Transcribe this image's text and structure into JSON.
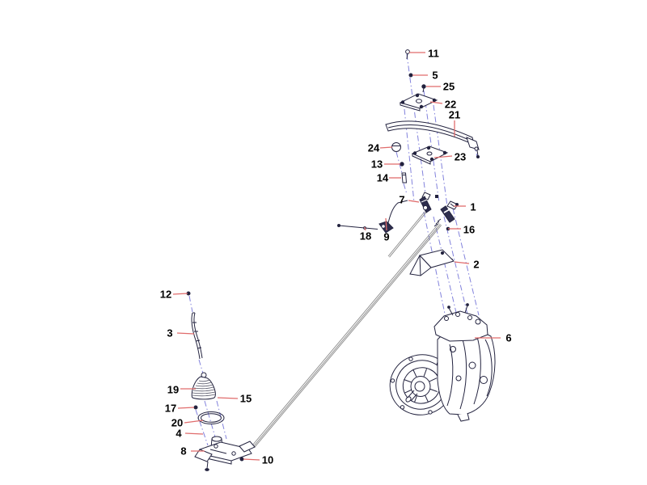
{
  "figure": {
    "type": "exploded-parts-diagram",
    "background": "#ffffff"
  },
  "colors": {
    "leader_line": "#e06c6c",
    "construction_line": "#8282dc",
    "part_outline": "#23233f",
    "part_dark_fill": "#2e2e4e",
    "rod_gray": "#8a8a8a",
    "label_text": "#000000"
  },
  "callouts": [
    {
      "n": "1",
      "label": [
        585,
        256
      ],
      "leader": [
        576,
        255,
        561,
        255
      ]
    },
    {
      "n": "2",
      "label": [
        589,
        327
      ],
      "leader": [
        580,
        326,
        562,
        324
      ]
    },
    {
      "n": "3",
      "label": [
        210,
        412
      ],
      "leader": [
        219,
        412,
        240,
        413
      ]
    },
    {
      "n": "4",
      "label": [
        221,
        536
      ],
      "leader": [
        229,
        536,
        251,
        537
      ]
    },
    {
      "n": "5",
      "label": [
        538,
        93
      ],
      "leader": [
        529,
        93,
        510,
        93
      ]
    },
    {
      "n": "6",
      "label": [
        629,
        418
      ],
      "leader": [
        619,
        418,
        587,
        418
      ]
    },
    {
      "n": "7",
      "label": [
        497,
        247
      ],
      "leader": [
        505,
        248,
        518,
        250
      ]
    },
    {
      "n": "8",
      "label": [
        227,
        558
      ],
      "leader": [
        236,
        558,
        253,
        558
      ]
    },
    {
      "n": "9",
      "label": [
        478,
        293
      ],
      "leader": [
        478,
        285,
        477,
        270
      ]
    },
    {
      "n": "10",
      "label": [
        331,
        569
      ],
      "leader": [
        321,
        569,
        301,
        568
      ]
    },
    {
      "n": "11",
      "label": [
        536,
        66
      ],
      "leader": [
        526,
        65,
        506,
        65
      ]
    },
    {
      "n": "12",
      "label": [
        205,
        364
      ],
      "leader": [
        214,
        364,
        232,
        363
      ]
    },
    {
      "n": "13",
      "label": [
        466,
        203
      ],
      "leader": [
        475,
        203,
        495,
        203
      ]
    },
    {
      "n": "14",
      "label": [
        473,
        220
      ],
      "leader": [
        481,
        220,
        496,
        220
      ]
    },
    {
      "n": "15",
      "label": [
        304,
        493
      ],
      "leader": [
        294,
        493,
        269,
        492
      ]
    },
    {
      "n": "16",
      "label": [
        580,
        284
      ],
      "leader": [
        570,
        283,
        554,
        283
      ]
    },
    {
      "n": "17",
      "label": [
        211,
        505
      ],
      "leader": [
        220,
        505,
        240,
        504
      ]
    },
    {
      "n": "18",
      "label": [
        452,
        292
      ],
      "leader": [
        452,
        285,
        451,
        281
      ]
    },
    {
      "n": "19",
      "label": [
        214,
        482
      ],
      "leader": [
        223,
        481,
        242,
        481
      ]
    },
    {
      "n": "20",
      "label": [
        219,
        523
      ],
      "leader": [
        228,
        523,
        251,
        520
      ]
    },
    {
      "n": "21",
      "label": [
        562,
        142
      ],
      "leader": [
        562,
        149,
        562,
        169
      ]
    },
    {
      "n": "22",
      "label": [
        557,
        129
      ],
      "leader": [
        547,
        128,
        532,
        126
      ]
    },
    {
      "n": "23",
      "label": [
        569,
        194
      ],
      "leader": [
        559,
        193,
        537,
        195
      ]
    },
    {
      "n": "24",
      "label": [
        462,
        183
      ],
      "leader": [
        470,
        183,
        485,
        182
      ]
    },
    {
      "n": "25",
      "label": [
        555,
        107
      ],
      "leader": [
        545,
        107,
        527,
        107
      ]
    }
  ]
}
